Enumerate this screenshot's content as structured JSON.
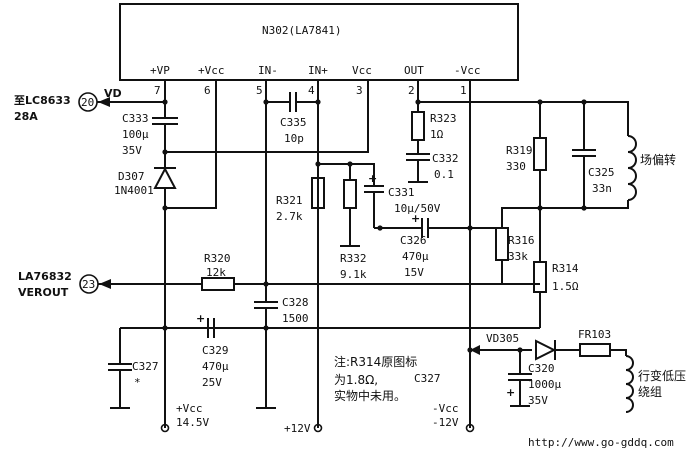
{
  "ic": {
    "label": "N302(LA7841)",
    "pins": [
      {
        "name": "+VP",
        "num": "7"
      },
      {
        "name": "+Vcc",
        "num": "6"
      },
      {
        "name": "IN-",
        "num": "5"
      },
      {
        "name": "IN+",
        "num": "4"
      },
      {
        "name": "Vcc",
        "num": "3"
      },
      {
        "name": "OUT",
        "num": "2"
      },
      {
        "name": "-Vcc",
        "num": "1"
      }
    ]
  },
  "connectors": {
    "vd": {
      "to": "至LC8633",
      "sub": "28A",
      "num": "20",
      "signal": "VD"
    },
    "verout": {
      "to": "LA76832",
      "sub": "VEROUT",
      "num": "23"
    }
  },
  "components": {
    "c333": {
      "name": "C333",
      "value1": "100μ",
      "value2": "35V"
    },
    "d307": {
      "name": "D307",
      "value": "1N4001"
    },
    "c335": {
      "name": "C335",
      "value": "10p"
    },
    "r323": {
      "name": "R323",
      "value": "1Ω"
    },
    "c332": {
      "name": "C332",
      "value": "0.1"
    },
    "r319": {
      "name": "R319",
      "value": "330"
    },
    "c325": {
      "name": "C325",
      "value": "33n"
    },
    "yoke": {
      "name": "场偏转"
    },
    "r321": {
      "name": "R321",
      "value": "2.7k"
    },
    "c331": {
      "name": "C331",
      "value": "10μ/50V"
    },
    "c326": {
      "name": "C326",
      "value1": "470μ",
      "value2": "15V"
    },
    "r332": {
      "name": "R332",
      "value": "9.1k"
    },
    "r316": {
      "name": "R316",
      "value": "33k"
    },
    "r314": {
      "name": "R314",
      "value": "1.5Ω"
    },
    "r320": {
      "name": "R320",
      "value": "12k"
    },
    "c328": {
      "name": "C328",
      "value": "1500"
    },
    "c327": {
      "name": "C327",
      "value": "*"
    },
    "c329": {
      "name": "C329",
      "value1": "470μ",
      "value2": "25V"
    },
    "vd305": {
      "name": "VD305"
    },
    "fr103": {
      "name": "FR103"
    },
    "c320": {
      "name": "C320",
      "value1": "1000μ",
      "value2": "35V"
    },
    "flyback": {
      "name1": "行变低压",
      "name2": "绕组"
    }
  },
  "note": {
    "line1": "注:R314原图标",
    "line2": "为1.8Ω,",
    "ref": "C327",
    "line3": "实物中未用。"
  },
  "rails": {
    "vcc": {
      "label": "+Vcc",
      "value": "14.5V"
    },
    "p12": {
      "label": "+12V"
    },
    "neg": {
      "label": "-Vcc",
      "value": "-12V"
    }
  },
  "watermark": "http://www.go-gddq.com"
}
